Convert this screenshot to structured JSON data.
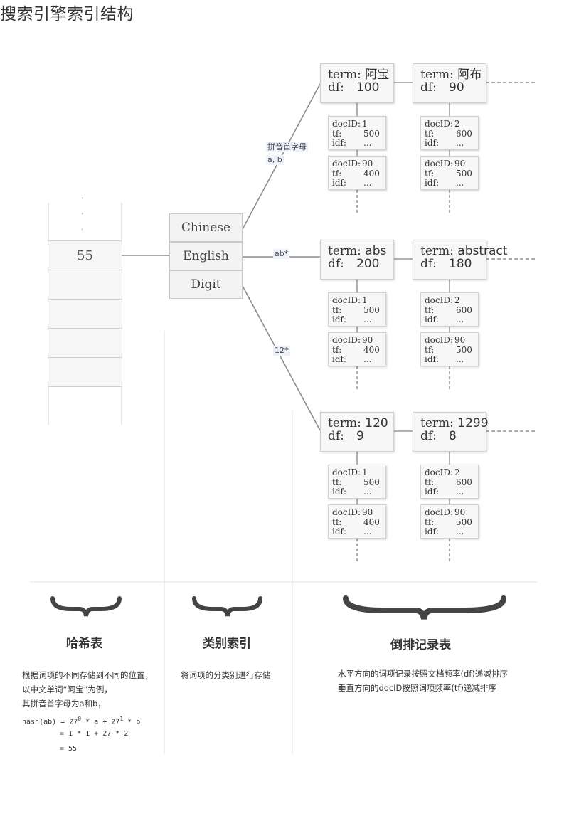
{
  "title": "搜索引擎索引结构",
  "hash_table": {
    "dots": [
      ".",
      ".",
      "."
    ],
    "cells": [
      "55",
      "",
      "",
      "",
      ""
    ]
  },
  "categories": [
    "Chinese",
    "English",
    "Digit"
  ],
  "connectors": {
    "chinese": [
      "拼音首字母",
      "a, b"
    ],
    "english": "ab*",
    "digit": "12*"
  },
  "term_labels": {
    "term": "term:",
    "df": "df:"
  },
  "doc_labels": {
    "docid": "docID:",
    "tf": "tf:",
    "idf": "idf:"
  },
  "rows": [
    {
      "terms": [
        {
          "term": "阿宝",
          "df": "100",
          "docs": [
            {
              "docID": "1",
              "tf": "500",
              "idf": "..."
            },
            {
              "docID": "90",
              "tf": "400",
              "idf": "..."
            }
          ]
        },
        {
          "term": "阿布",
          "df": "90",
          "docs": [
            {
              "docID": "2",
              "tf": "600",
              "idf": "..."
            },
            {
              "docID": "90",
              "tf": "500",
              "idf": "..."
            }
          ]
        }
      ]
    },
    {
      "terms": [
        {
          "term": "abs",
          "df": "200",
          "docs": [
            {
              "docID": "1",
              "tf": "500",
              "idf": "..."
            },
            {
              "docID": "90",
              "tf": "400",
              "idf": "..."
            }
          ]
        },
        {
          "term": "abstract",
          "df": "180",
          "docs": [
            {
              "docID": "2",
              "tf": "600",
              "idf": "..."
            },
            {
              "docID": "90",
              "tf": "500",
              "idf": "..."
            }
          ]
        }
      ]
    },
    {
      "terms": [
        {
          "term": "120",
          "df": "9",
          "docs": [
            {
              "docID": "1",
              "tf": "500",
              "idf": "..."
            },
            {
              "docID": "90",
              "tf": "400",
              "idf": "..."
            }
          ]
        },
        {
          "term": "1299",
          "df": "8",
          "docs": [
            {
              "docID": "2",
              "tf": "600",
              "idf": "..."
            },
            {
              "docID": "90",
              "tf": "500",
              "idf": "..."
            }
          ]
        }
      ]
    }
  ],
  "sections": [
    {
      "label": "哈希表",
      "lines": [
        "根据词项的不同存储到不同的位置，",
        "以中文单词“阿宝”为例，",
        "其拼音首字母为a和b，"
      ],
      "formula": {
        "l1_prefix": "hash(ab) = 27",
        "l1_exp0": "0",
        "l1_mid": "* a + 27",
        "l1_exp1": "1",
        "l1_suffix": "* b",
        "l2": "=  1 * 1 + 27 * 2",
        "l3": "= 55"
      }
    },
    {
      "label": "类别索引",
      "lines": [
        "将词项的分类别进行存储"
      ]
    },
    {
      "label": "倒排记录表",
      "lines": [
        "水平方向的词项记录按照文档频率(df)递减排序",
        "垂直方向的docID按照词项频率(tf)递减排序"
      ]
    }
  ]
}
